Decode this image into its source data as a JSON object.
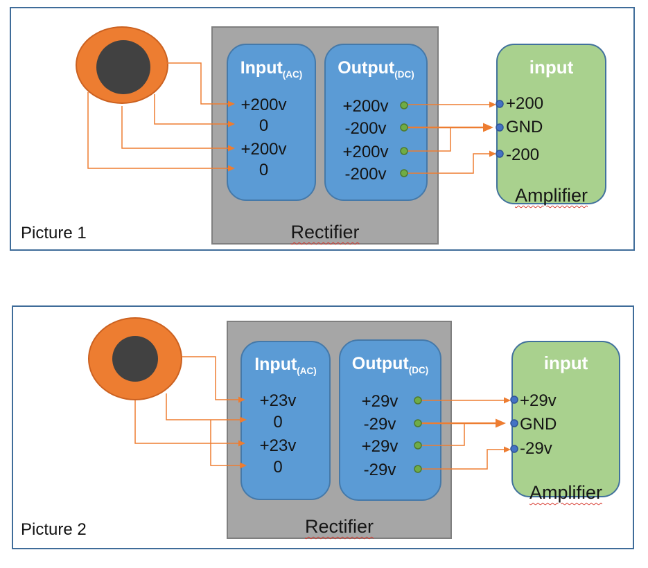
{
  "colors": {
    "frame_border": "#3F6C99",
    "panel_blue": "#5B9BD5",
    "panel_border": "#4579A9",
    "gray_box": "#A6A6A6",
    "gray_border": "#7F7F7F",
    "green_box": "#A9D18E",
    "green_border": "#41719C",
    "transformer_orange": "#ED7D31",
    "transformer_core": "#414141",
    "wire_orange": "#ED7D31",
    "dot_green": "#6FAC46",
    "dot_blue": "#4472C4",
    "squiggle_red": "#D83C31",
    "text_dark": "#141414",
    "text_white": "#FFFFFF"
  },
  "pictures": [
    {
      "label": "Picture 1",
      "rectifier": {
        "label": "Rectifier",
        "input_panel": {
          "title": "Input",
          "subscript": "(AC)",
          "rows": [
            "+200v",
            "0",
            "+200v",
            "0"
          ]
        },
        "output_panel": {
          "title": "Output",
          "subscript": "(DC)",
          "rows": [
            "+200v",
            "-200v",
            "+200v",
            "-200v"
          ]
        }
      },
      "amplifier": {
        "title": "input",
        "rows": [
          "+200",
          "GND",
          "-200"
        ],
        "label": "Amplifier"
      }
    },
    {
      "label": "Picture 2",
      "rectifier": {
        "label": "Rectifier",
        "input_panel": {
          "title": "Input",
          "subscript": "(AC)",
          "rows": [
            "+23v",
            "0",
            "+23v",
            "0"
          ]
        },
        "output_panel": {
          "title": "Output",
          "subscript": "(DC)",
          "rows": [
            "+29v",
            "-29v",
            "+29v",
            "-29v"
          ]
        }
      },
      "amplifier": {
        "title": "input",
        "rows": [
          "+29v",
          "GND",
          "-29v"
        ],
        "label": "Amplifier"
      }
    }
  ]
}
